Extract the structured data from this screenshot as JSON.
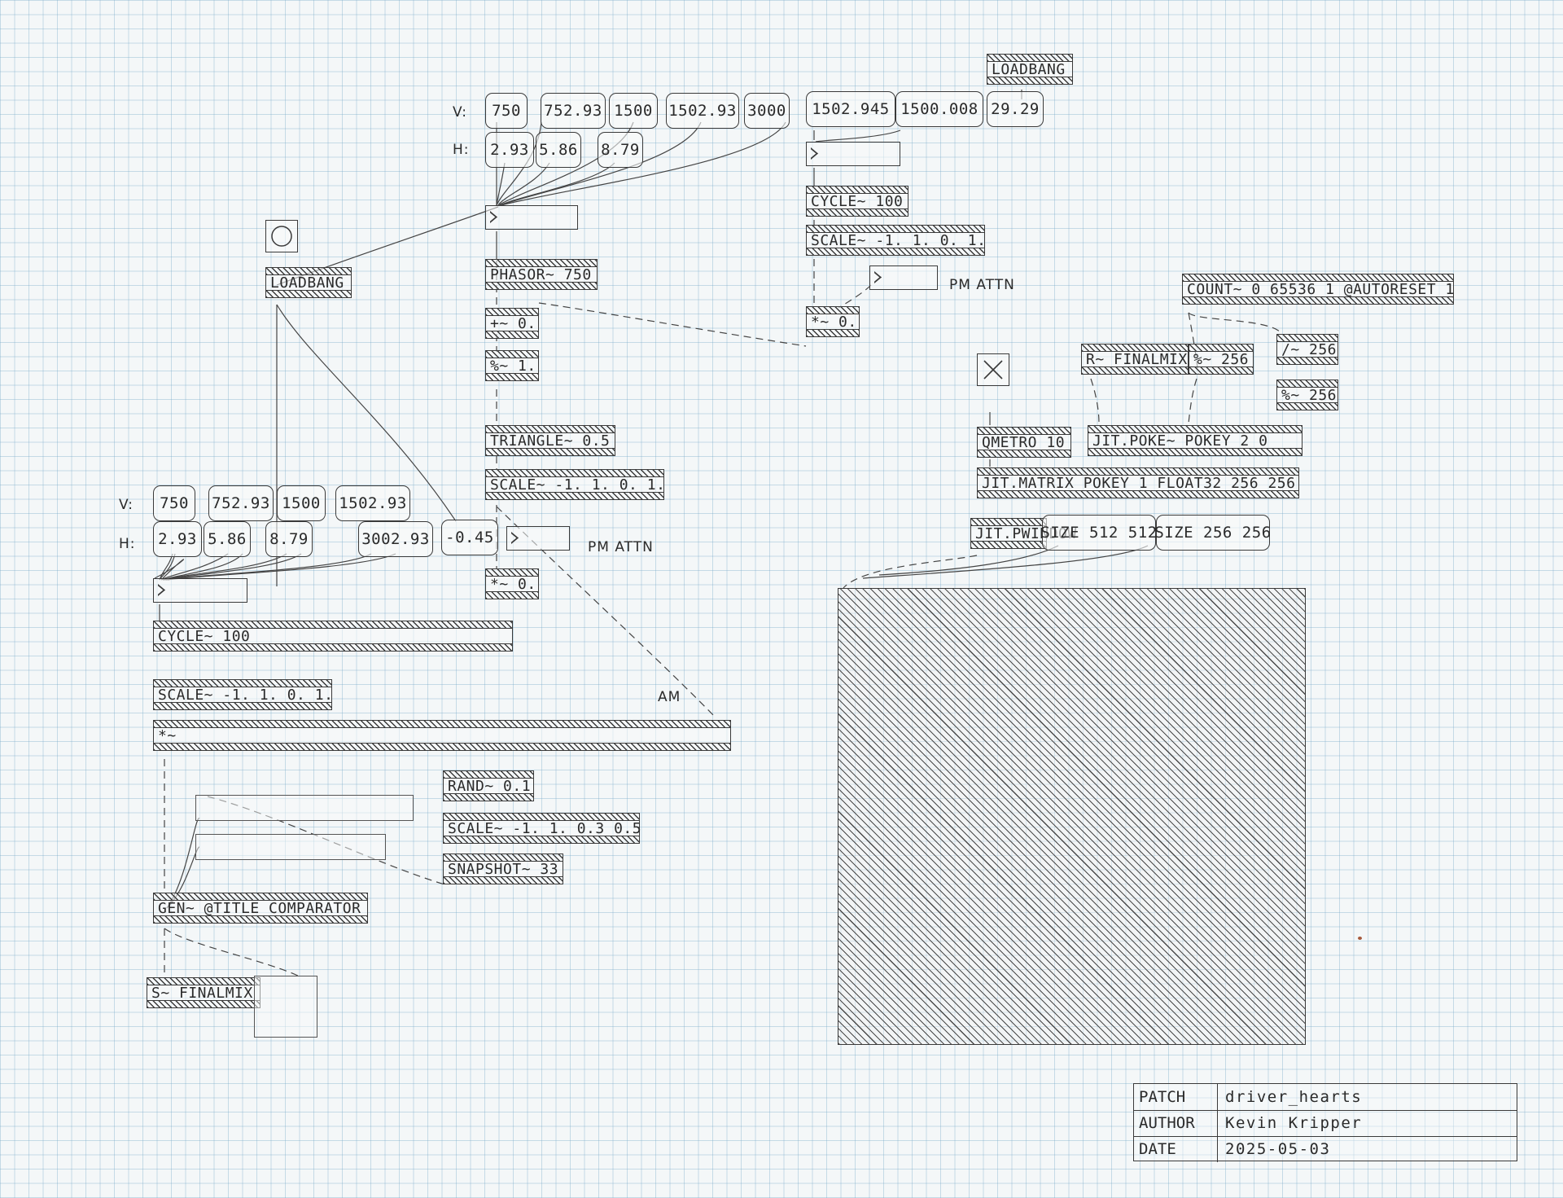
{
  "patch": {
    "objects": {
      "loadbang_main": "LOADBANG",
      "loadbang_right": "LOADBANG",
      "phasor": "PHASOR~ 750",
      "plus": "+~ 0.",
      "modulo": "%~ 1.",
      "triangle": "TRIANGLE~ 0.5",
      "scale_mid": "SCALE~ -1. 1. 0. 1.",
      "mult_mid": "*~ 0.",
      "cycle_right": "CYCLE~ 100",
      "scale_right": "SCALE~ -1. 1. 0. 1.",
      "mult_right": "*~ 0.",
      "cycle_left": "CYCLE~ 100",
      "scale_left": "SCALE~ -1. 1. 0. 1.",
      "mult_am": "*~",
      "rand": "RAND~ 0.1",
      "scale_rand": "SCALE~ -1. 1. 0.3 0.5",
      "snapshot": "SNAPSHOT~ 33",
      "gen": "GEN~ @TITLE COMPARATOR",
      "send": "S~ FINALMIX",
      "count": "COUNT~ 0 65536 1 @AUTORESET 1",
      "receive": "R~ FINALMIX",
      "mod256": "%~ 256",
      "div256": "/~ 256",
      "mod256b": "%~ 256",
      "qmetro": "QMETRO 10",
      "poke": "JIT.POKE~ POKEY 2 0",
      "matrix": "JIT.MATRIX POKEY 1 FLOAT32 256 256",
      "pwindow": "JIT.PWINDOW",
      "size512": "SIZE 512 512",
      "size256": "SIZE 256 256"
    },
    "numbers": {
      "top_v": [
        "750",
        "752.93",
        "1500",
        "1502.93",
        "3000"
      ],
      "top_h": [
        "2.93",
        "5.86",
        "8.79"
      ],
      "right_v": [
        "1502.945",
        "1500.008",
        "29.29"
      ],
      "left_v": [
        "750",
        "752.93",
        "1500",
        "1502.93"
      ],
      "left_h": [
        "2.93",
        "5.86",
        "8.79",
        "3002.93"
      ],
      "mid_value": "-0.45"
    },
    "labels": {
      "v_top": "V:",
      "h_top": "H:",
      "v_left": "V:",
      "h_left": "H:",
      "pm_attn_right": "PM ATTN",
      "pm_attn_mid": "PM ATTN",
      "am": "AM"
    }
  },
  "info": {
    "patch_key": "PATCH",
    "patch_value": "driver_hearts",
    "author_key": "AUTHOR",
    "author_value": "Kevin Kripper",
    "date_key": "DATE",
    "date_value": "2025-05-03"
  }
}
